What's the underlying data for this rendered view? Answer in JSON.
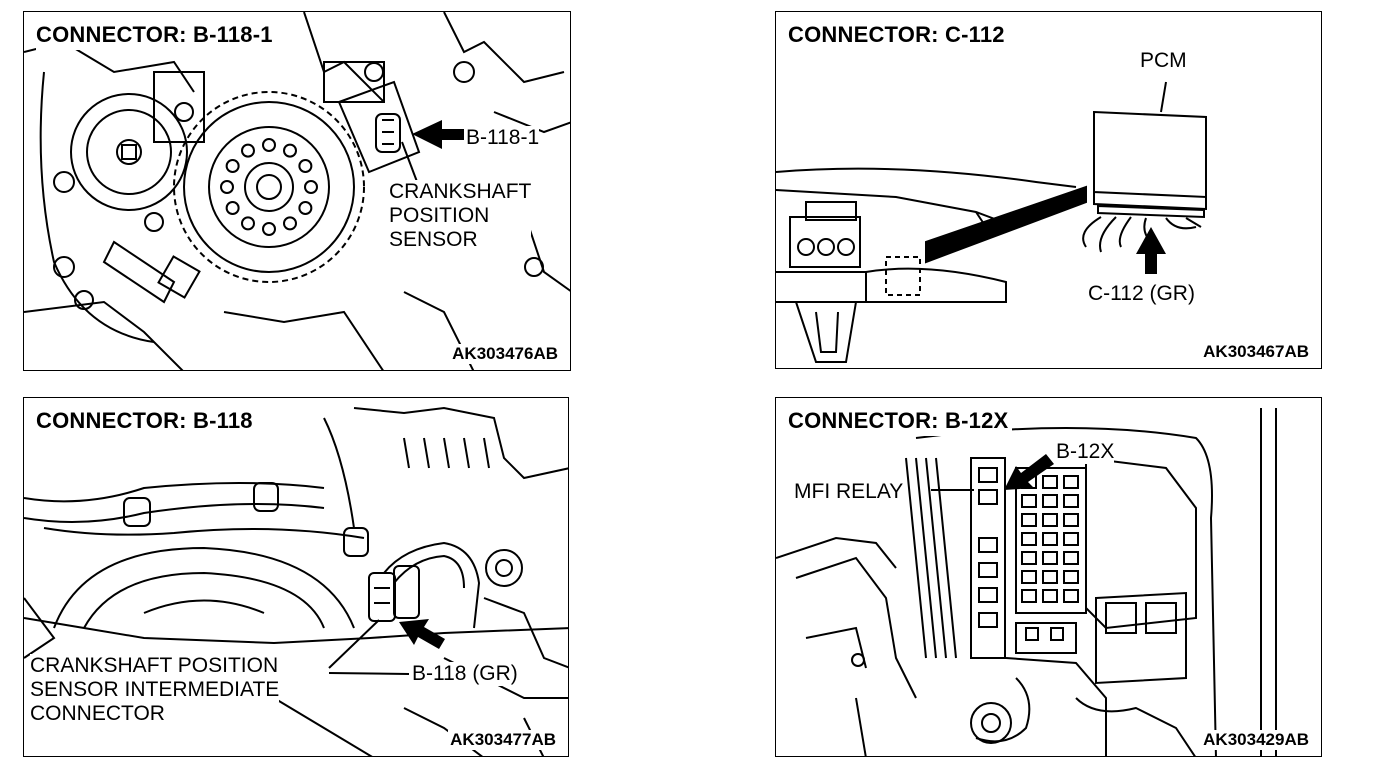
{
  "panels": [
    {
      "title": "CONNECTOR: B-118-1",
      "code": "AK303476AB",
      "callout": "B-118-1",
      "label_lines": [
        "CRANKSHAFT",
        "POSITION",
        "SENSOR"
      ]
    },
    {
      "title": "CONNECTOR: C-112",
      "code": "AK303467AB",
      "unit_label": "PCM",
      "callout": "C-112 (GR)"
    },
    {
      "title": "CONNECTOR: B-118",
      "code": "AK303477AB",
      "callout": "B-118 (GR)",
      "label_lines": [
        "CRANKSHAFT POSITION",
        "SENSOR INTERMEDIATE",
        "CONNECTOR"
      ]
    },
    {
      "title": "CONNECTOR: B-12X",
      "code": "AK303429AB",
      "callout": "B-12X",
      "relay_label": "MFI RELAY"
    }
  ]
}
